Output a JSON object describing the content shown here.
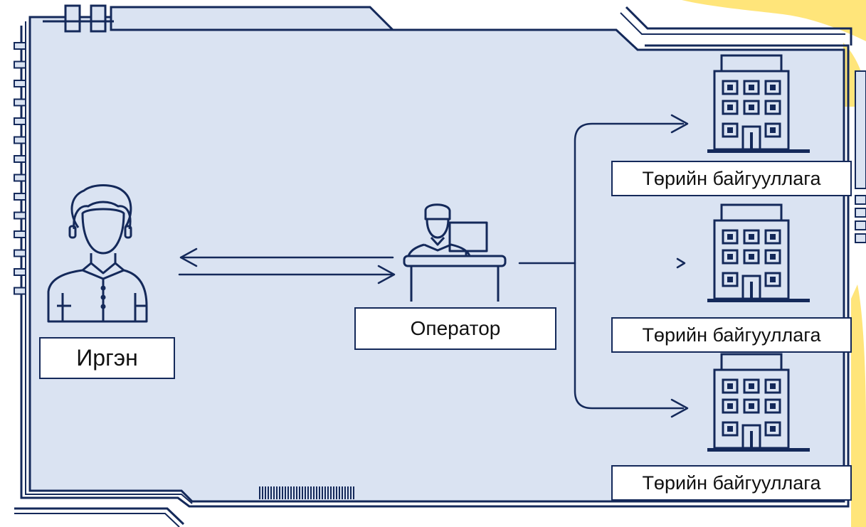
{
  "colors": {
    "frame": "#14295a",
    "panel": "#dae3f2",
    "accent": "#ffe57a",
    "label_bg": "#ffffff",
    "text": "#111111"
  },
  "nodes": {
    "citizen": {
      "label": "Иргэн",
      "icon": "person-icon"
    },
    "operator": {
      "label": "Оператор",
      "icon": "operator-desk-icon"
    },
    "government": [
      {
        "label": "Төрийн байгууллага",
        "icon": "building-icon"
      },
      {
        "label": "Төрийн байгууллага",
        "icon": "building-icon"
      },
      {
        "label": "Төрийн байгууллага",
        "icon": "building-icon"
      }
    ]
  },
  "edges": [
    {
      "from": "operator",
      "to": "citizen"
    },
    {
      "from": "citizen",
      "to": "operator"
    },
    {
      "from": "operator",
      "to": "government.0"
    },
    {
      "from": "operator",
      "to": "government.1"
    },
    {
      "from": "operator",
      "to": "government.2"
    }
  ]
}
